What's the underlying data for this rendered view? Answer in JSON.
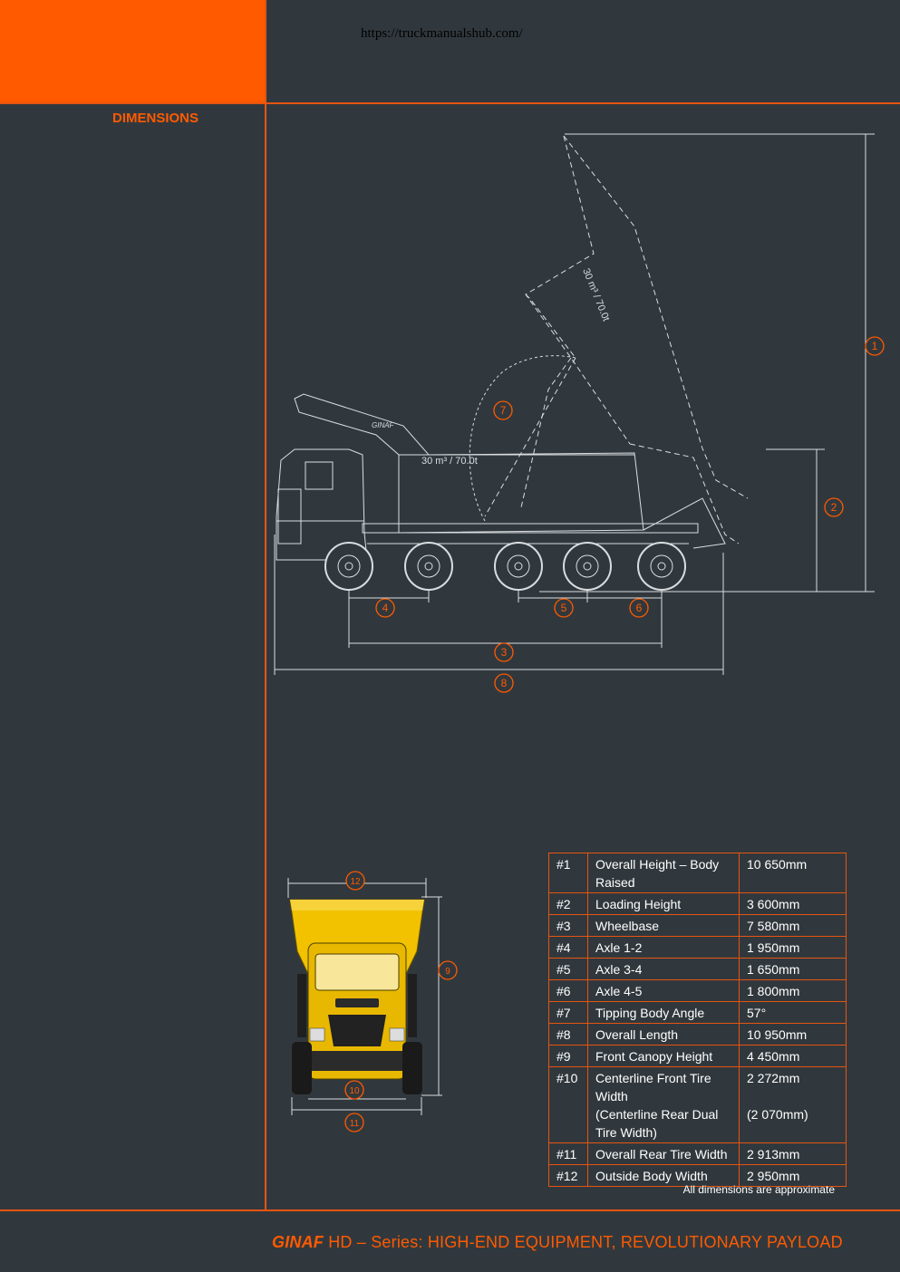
{
  "header": {
    "url": "https://truckmanualshub.com/"
  },
  "section_title": "DIMENSIONS",
  "drawing": {
    "body_capacity_label": "30 m³ / 70.0t",
    "brand_label": "GINAF",
    "callouts": [
      "1",
      "2",
      "3",
      "4",
      "5",
      "6",
      "7",
      "8",
      "9",
      "10",
      "11",
      "12"
    ]
  },
  "dimensions": [
    {
      "id": "#1",
      "label": "Overall Height – Body Raised",
      "value": "10 650mm"
    },
    {
      "id": "#2",
      "label": "Loading Height",
      "value": "3 600mm"
    },
    {
      "id": "#3",
      "label": "Wheelbase",
      "value": "7 580mm"
    },
    {
      "id": "#4",
      "label": "Axle 1-2",
      "value": "1 950mm"
    },
    {
      "id": "#5",
      "label": "Axle 3-4",
      "value": "1 650mm"
    },
    {
      "id": "#6",
      "label": "Axle 4-5",
      "value": "1 800mm"
    },
    {
      "id": "#7",
      "label": "Tipping Body Angle",
      "value": "57°"
    },
    {
      "id": "#8",
      "label": "Overall Length",
      "value": "10 950mm"
    },
    {
      "id": "#9",
      "label": "Front Canopy Height",
      "value": "4 450mm"
    },
    {
      "id": "#10",
      "label": "Centerline Front Tire Width",
      "value": "2 272mm",
      "sub_label": "(Centerline Rear Dual Tire Width)",
      "sub_value": "(2 070mm)"
    },
    {
      "id": "#11",
      "label": "Overall Rear Tire Width",
      "value": "2 913mm"
    },
    {
      "id": "#12",
      "label": "Outside Body Width",
      "value": "2 950mm"
    }
  ],
  "note": "All dimensions are approximate",
  "footer": {
    "brand": "GINAF",
    "text": " HD – Series: HIGH-END EQUIPMENT, REVOLUTIONARY PAYLOAD"
  },
  "colors": {
    "background": "#31383d",
    "accent": "#ff5a00",
    "rule": "#e65410",
    "truck_yellow": "#f5c400"
  }
}
